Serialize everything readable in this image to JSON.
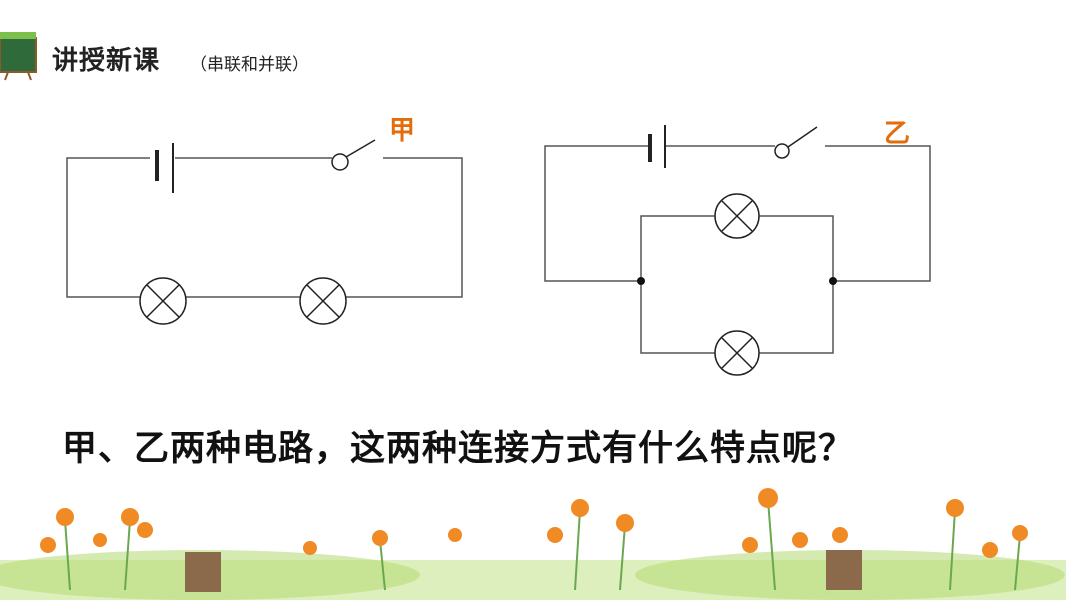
{
  "header": {
    "title": "讲授新课",
    "subtitle": "（串联和并联）",
    "icon": "blackboard-icon"
  },
  "diagrams": {
    "circuit_a": {
      "label": "甲",
      "components": [
        "battery",
        "switch",
        "lamp",
        "lamp"
      ],
      "type": "series"
    },
    "circuit_b": {
      "label": "乙",
      "components": [
        "battery",
        "switch",
        "lamp",
        "lamp"
      ],
      "type": "parallel"
    }
  },
  "question": "甲、乙两种电路，这两种连接方式有什么特点呢？",
  "colors": {
    "label": "#e46c0a",
    "wire": "#555555",
    "text": "#111111"
  }
}
